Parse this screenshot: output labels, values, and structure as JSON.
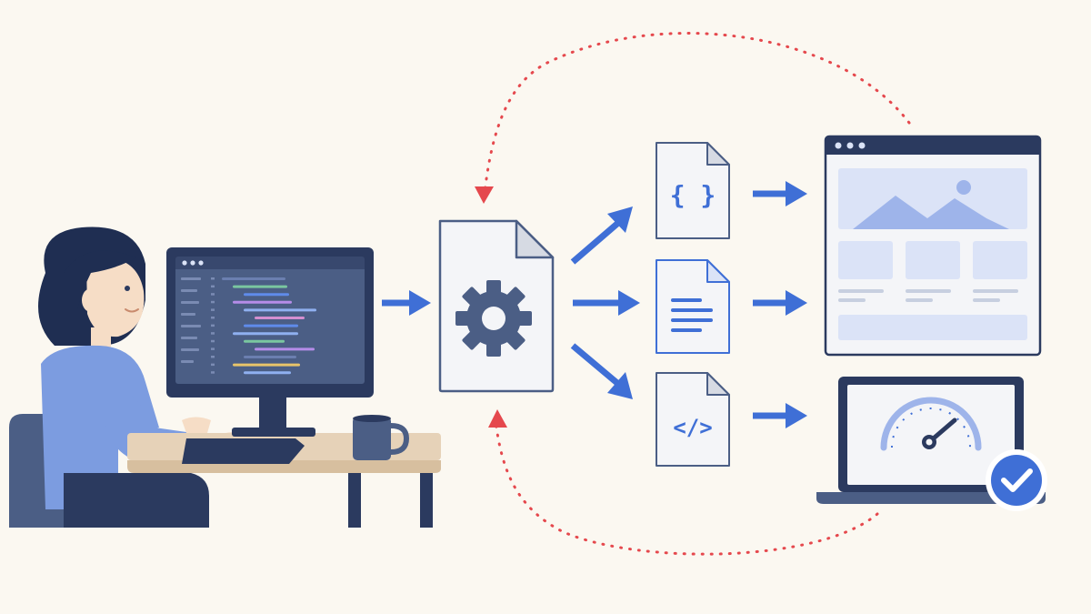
{
  "colors": {
    "background": "#fbf8f1",
    "navy": "#2b3a5f",
    "slate": "#4b5e85",
    "blue": "#3f6fd6",
    "light_blue": "#dbe3f7",
    "pale_blue": "#e9eefb",
    "red_dotted": "#e5484d",
    "desk": "#e6d2b8",
    "sweater": "#7c9ce0",
    "skin": "#f6ddc6",
    "hair": "#1f2e52",
    "doc_fill": "#f4f5f8",
    "doc_stroke": "#4b5e85"
  },
  "icons": {
    "processor": "gear-icon",
    "json": "curly-braces-icon",
    "doc": "text-lines-icon",
    "code": "code-brackets-icon",
    "gauge": "speedometer-icon",
    "success": "check-circle-icon"
  },
  "glyphs": {
    "json_file": "{ }",
    "code_file": "</>"
  },
  "code_lines": [
    {
      "indent": 0,
      "len": 70,
      "color": "#6b7fb0"
    },
    {
      "indent": 1,
      "len": 60,
      "color": "#7ac6a0"
    },
    {
      "indent": 2,
      "len": 50,
      "color": "#5f8bea"
    },
    {
      "indent": 1,
      "len": 65,
      "color": "#b58ce8"
    },
    {
      "indent": 2,
      "len": 80,
      "color": "#8fb0f0"
    },
    {
      "indent": 3,
      "len": 55,
      "color": "#d48fd0"
    },
    {
      "indent": 2,
      "len": 60,
      "color": "#5f8bea"
    },
    {
      "indent": 1,
      "len": 72,
      "color": "#8fb0f0"
    },
    {
      "indent": 2,
      "len": 45,
      "color": "#7ac6a0"
    },
    {
      "indent": 3,
      "len": 66,
      "color": "#b58ce8"
    },
    {
      "indent": 2,
      "len": 58,
      "color": "#6b7fb0"
    },
    {
      "indent": 1,
      "len": 74,
      "color": "#e8c46a"
    },
    {
      "indent": 2,
      "len": 52,
      "color": "#8fb0f0"
    }
  ]
}
